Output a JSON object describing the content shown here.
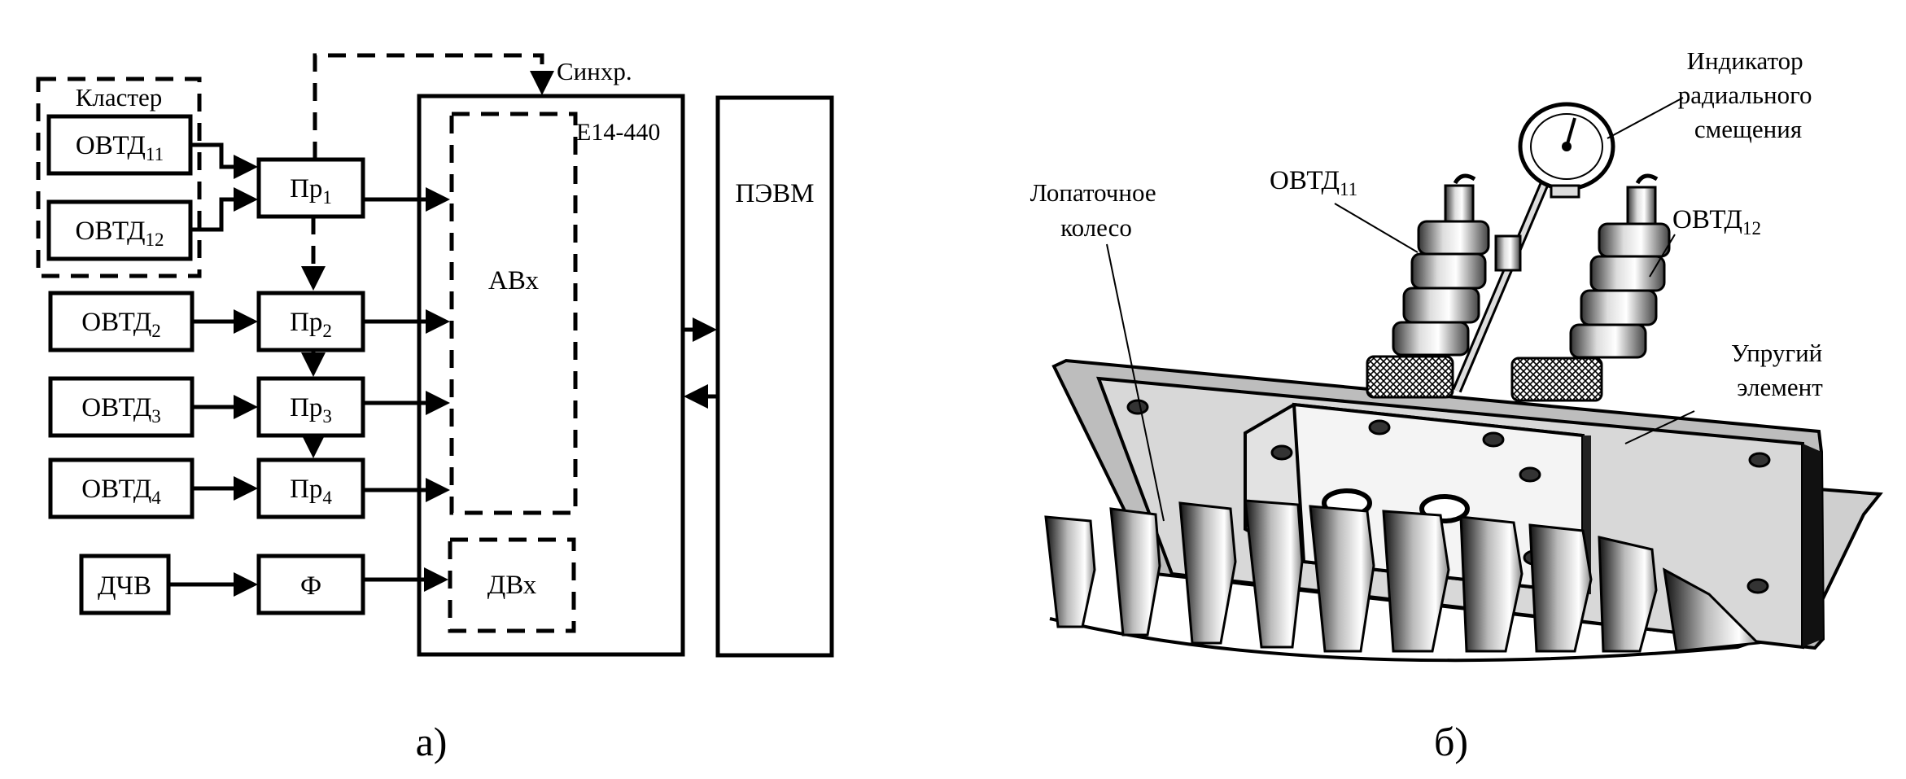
{
  "panel_a": {
    "caption": "а)",
    "cluster_label": "Кластер",
    "sensors": [
      {
        "base": "ОВТД",
        "sub": "11"
      },
      {
        "base": "ОВТД",
        "sub": "12"
      },
      {
        "base": "ОВТД",
        "sub": "2"
      },
      {
        "base": "ОВТД",
        "sub": "3"
      },
      {
        "base": "ОВТД",
        "sub": "4"
      }
    ],
    "dchv": "ДЧВ",
    "converters": [
      {
        "base": "Пр",
        "sub": "1"
      },
      {
        "base": "Пр",
        "sub": "2"
      },
      {
        "base": "Пр",
        "sub": "3"
      },
      {
        "base": "Пр",
        "sub": "4"
      }
    ],
    "filter": "Ф",
    "sync": "Синхр.",
    "adc_module": "E14-440",
    "analog_inputs": "АВх",
    "digital_inputs": "ДВх",
    "pc": "ПЭВМ"
  },
  "panel_b": {
    "caption": "б)",
    "blade_wheel": [
      "Лопаточное",
      "колесо"
    ],
    "sensor_11": {
      "base": "ОВТД",
      "sub": "11"
    },
    "sensor_12": {
      "base": "ОВТД",
      "sub": "12"
    },
    "indicator": [
      "Индикатор",
      "радиального",
      "смещения"
    ],
    "elastic": [
      "Упругий",
      "элемент"
    ]
  }
}
